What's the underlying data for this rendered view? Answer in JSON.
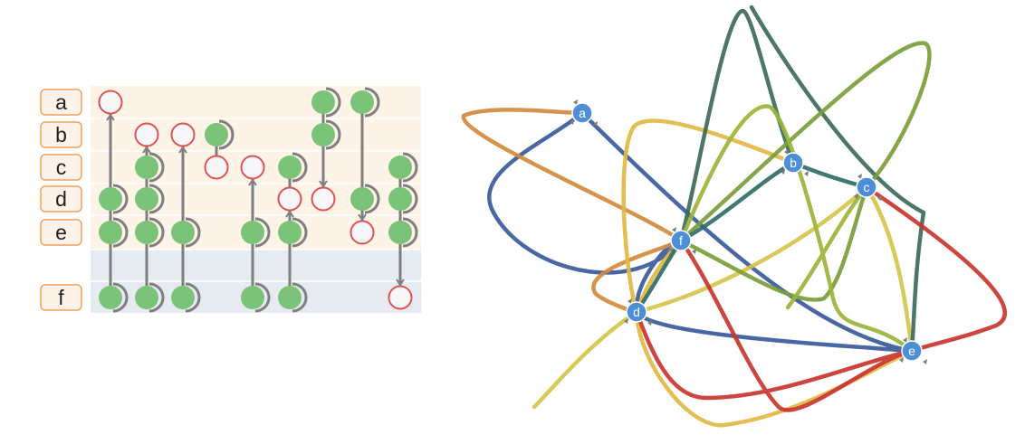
{
  "matrix": {
    "rows": [
      {
        "key": "a",
        "label": "a"
      },
      {
        "key": "b",
        "label": "b"
      },
      {
        "key": "c",
        "label": "c"
      },
      {
        "key": "d",
        "label": "d"
      },
      {
        "key": "e",
        "label": "e"
      },
      {
        "key": "f",
        "label": "f"
      }
    ],
    "columns": [
      {
        "nodes": [
          [
            "a",
            "open"
          ],
          [
            "d",
            "filled"
          ],
          [
            "e",
            "filled"
          ],
          [
            "f",
            "filled"
          ]
        ],
        "arrow": [
          "f",
          "a"
        ]
      },
      {
        "nodes": [
          [
            "b",
            "open"
          ],
          [
            "c",
            "filled"
          ],
          [
            "d",
            "filled"
          ],
          [
            "e",
            "filled"
          ],
          [
            "f",
            "filled"
          ]
        ],
        "arrow": [
          "f",
          "b"
        ]
      },
      {
        "nodes": [
          [
            "b",
            "open"
          ],
          [
            "e",
            "filled"
          ],
          [
            "f",
            "filled"
          ]
        ],
        "arrow": [
          "f",
          "b"
        ]
      },
      {
        "nodes": [
          [
            "b",
            "filled"
          ],
          [
            "c",
            "open"
          ]
        ],
        "arrow": null
      },
      {
        "nodes": [
          [
            "c",
            "open"
          ],
          [
            "e",
            "filled"
          ],
          [
            "f",
            "filled"
          ]
        ],
        "arrow": [
          "f",
          "c"
        ]
      },
      {
        "nodes": [
          [
            "c",
            "filled"
          ],
          [
            "d",
            "open"
          ],
          [
            "e",
            "filled"
          ],
          [
            "f",
            "filled"
          ]
        ],
        "arrow": [
          "f",
          "d"
        ]
      },
      {
        "nodes": [
          [
            "a",
            "filled"
          ],
          [
            "b",
            "filled"
          ],
          [
            "d",
            "open"
          ]
        ],
        "arrow": [
          "b",
          "d"
        ]
      },
      {
        "nodes": [
          [
            "a",
            "filled"
          ],
          [
            "d",
            "filled"
          ],
          [
            "e",
            "open"
          ]
        ],
        "arrow": [
          "a",
          "e"
        ]
      },
      {
        "nodes": [
          [
            "c",
            "filled"
          ],
          [
            "d",
            "filled"
          ],
          [
            "e",
            "filled"
          ],
          [
            "f",
            "open"
          ]
        ],
        "arrow": [
          "c",
          "f"
        ]
      }
    ],
    "colors": {
      "band_top": "#fdf3e6",
      "band_bottom": "#e6ebf1",
      "label_border": "#f2a15a",
      "label_fill": "#fdf3e9",
      "node_filled": "#7cc37a",
      "node_open_stroke": "#e05252",
      "node_open_fill": "#f7f7f9",
      "stem": "#7f7f7f"
    }
  },
  "graph": {
    "nodes": [
      {
        "id": "a",
        "label": "a"
      },
      {
        "id": "b",
        "label": "b"
      },
      {
        "id": "c",
        "label": "c"
      },
      {
        "id": "d",
        "label": "d"
      },
      {
        "id": "e",
        "label": "e"
      },
      {
        "id": "f",
        "label": "f"
      }
    ],
    "hyperedges": [
      {
        "color": "#3a5a9a",
        "nodes": [
          "a",
          "f",
          "d",
          "e"
        ]
      },
      {
        "color": "#d28a3c",
        "nodes": [
          "a",
          "f",
          "d"
        ]
      },
      {
        "color": "#e2b843",
        "nodes": [
          "b",
          "f",
          "d"
        ]
      },
      {
        "color": "#d5c44a",
        "nodes": [
          "c",
          "d",
          "e"
        ]
      },
      {
        "color": "#3d6b5a",
        "nodes": [
          "b",
          "c",
          "e"
        ]
      },
      {
        "color": "#7a9e3a",
        "nodes": [
          "c",
          "f",
          "b"
        ]
      },
      {
        "color": "#9bb43a",
        "nodes": [
          "c",
          "d",
          "e"
        ]
      },
      {
        "color": "#c9352e",
        "nodes": [
          "c",
          "e",
          "f"
        ]
      },
      {
        "color": "#2f6e66",
        "nodes": [
          "f",
          "b",
          "c"
        ]
      }
    ],
    "node_fill": "#4d8fd6",
    "arrow_color": "#7d7d7d"
  }
}
